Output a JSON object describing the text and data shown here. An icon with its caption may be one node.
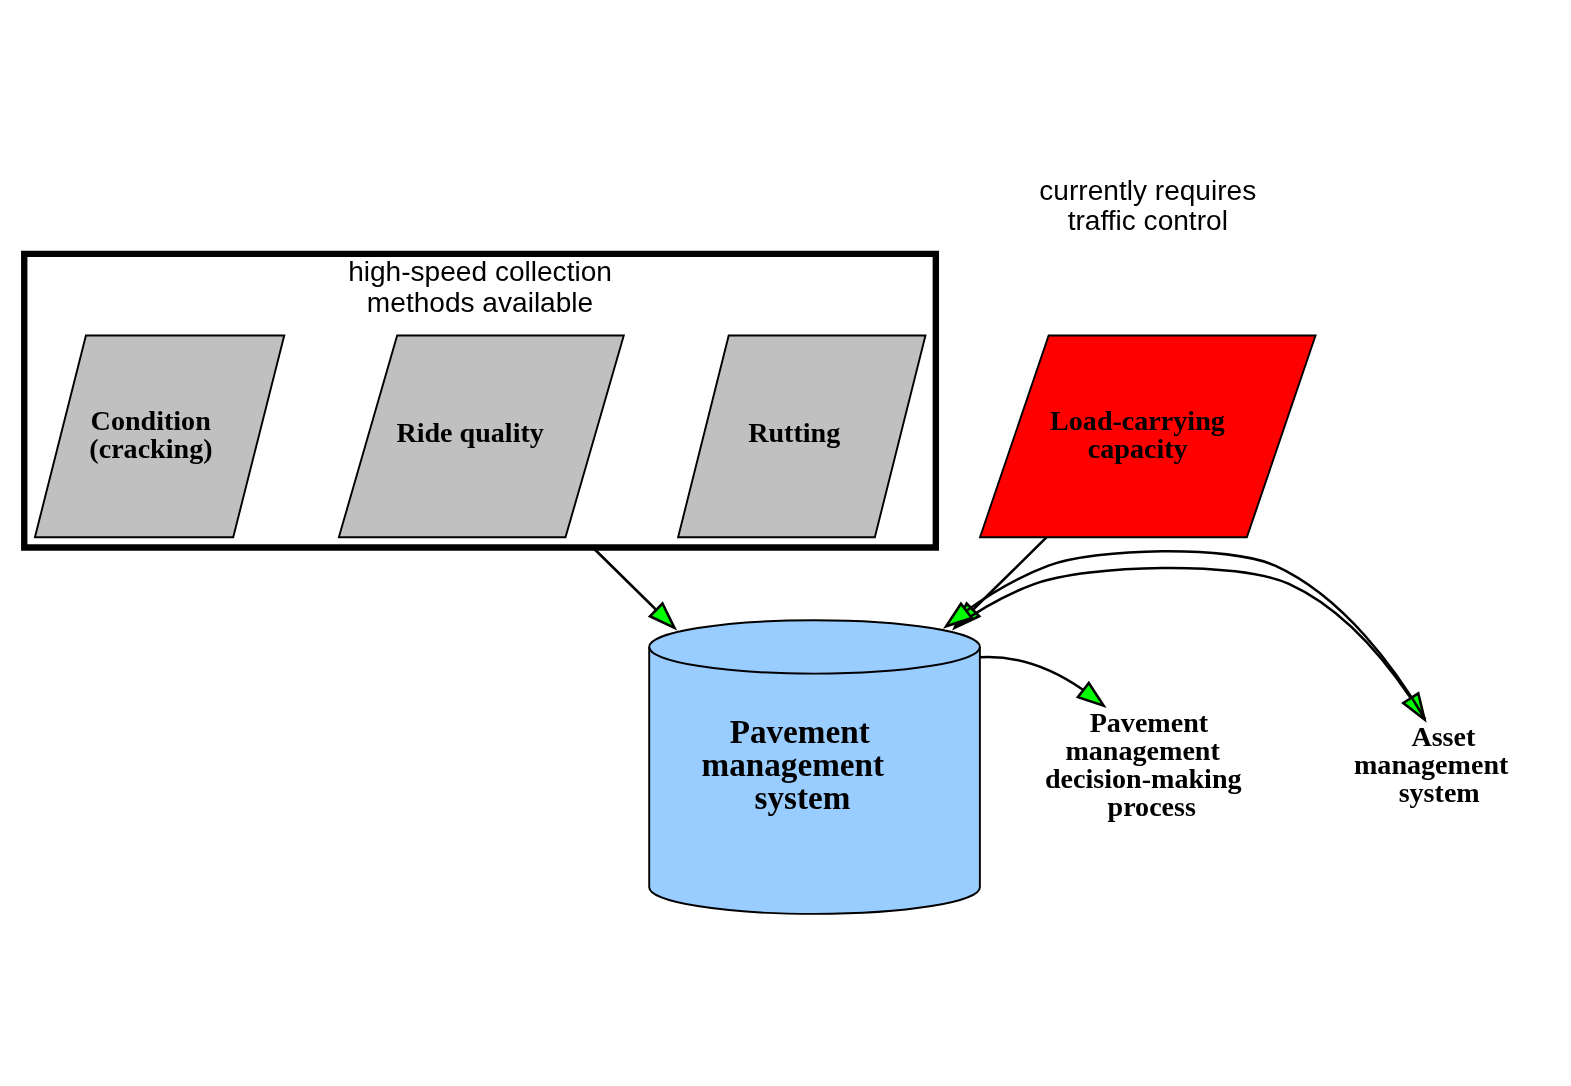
{
  "diagram": {
    "nodes": [
      {
        "text": [
          "high-speed collection methods available"
        ]
      },
      {
        "text": [
          "Condition (cracking)"
        ],
        "in": 0
      },
      {
        "text": [
          "Ride quality"
        ],
        "in": 0
      },
      {
        "text": [
          "Rutting"
        ],
        "in": 0
      },
      {
        "text": [
          "Load-carrying capacity"
        ],
        "beside": [
          "currently requires traffic control"
        ]
      },
      {
        "text": [
          "Pavement management system"
        ]
      },
      {
        "text": [
          "Asset management system"
        ]
      },
      {
        "text": [
          "Pavement management decision-making process"
        ]
      }
    ],
    "edges": [
      {
        "from": 0,
        "to": 5,
        "arrow": "to"
      },
      {
        "from": 4,
        "to": 5,
        "arrow": "to"
      },
      {
        "from": 5,
        "to": 6,
        "arrow": "to"
      },
      {
        "from": 6,
        "to": 5,
        "arrow": "to"
      },
      {
        "from": 5,
        "to": 7,
        "arrow": "to"
      }
    ]
  }
}
